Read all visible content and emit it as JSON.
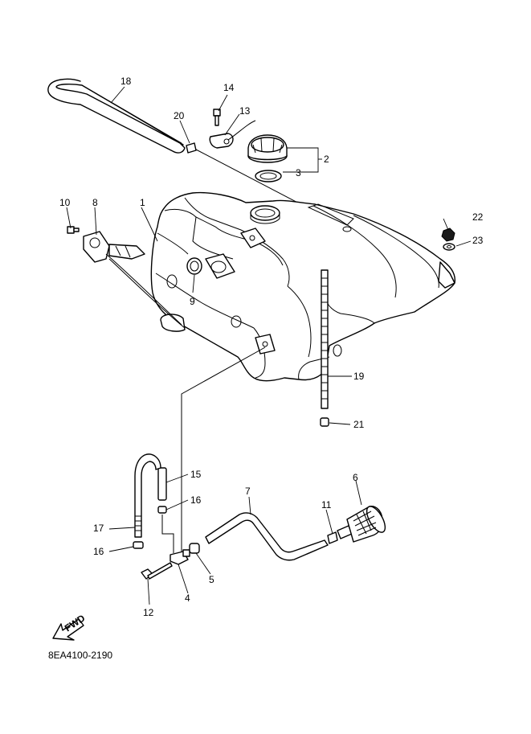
{
  "diagram": {
    "drawing_code": "8EA4100-2190",
    "fwd_label": "FWD",
    "callouts": {
      "c1": "1",
      "c2": "2",
      "c3": "3",
      "c4": "4",
      "c5": "5",
      "c6": "6",
      "c7": "7",
      "c8": "8",
      "c9": "9",
      "c10": "10",
      "c11": "11",
      "c12": "12",
      "c13": "13",
      "c14": "14",
      "c15": "15",
      "c16a": "16",
      "c16b": "16",
      "c17": "17",
      "c18": "18",
      "c19": "19",
      "c20": "20",
      "c21": "21",
      "c22": "22",
      "c23": "23"
    }
  }
}
